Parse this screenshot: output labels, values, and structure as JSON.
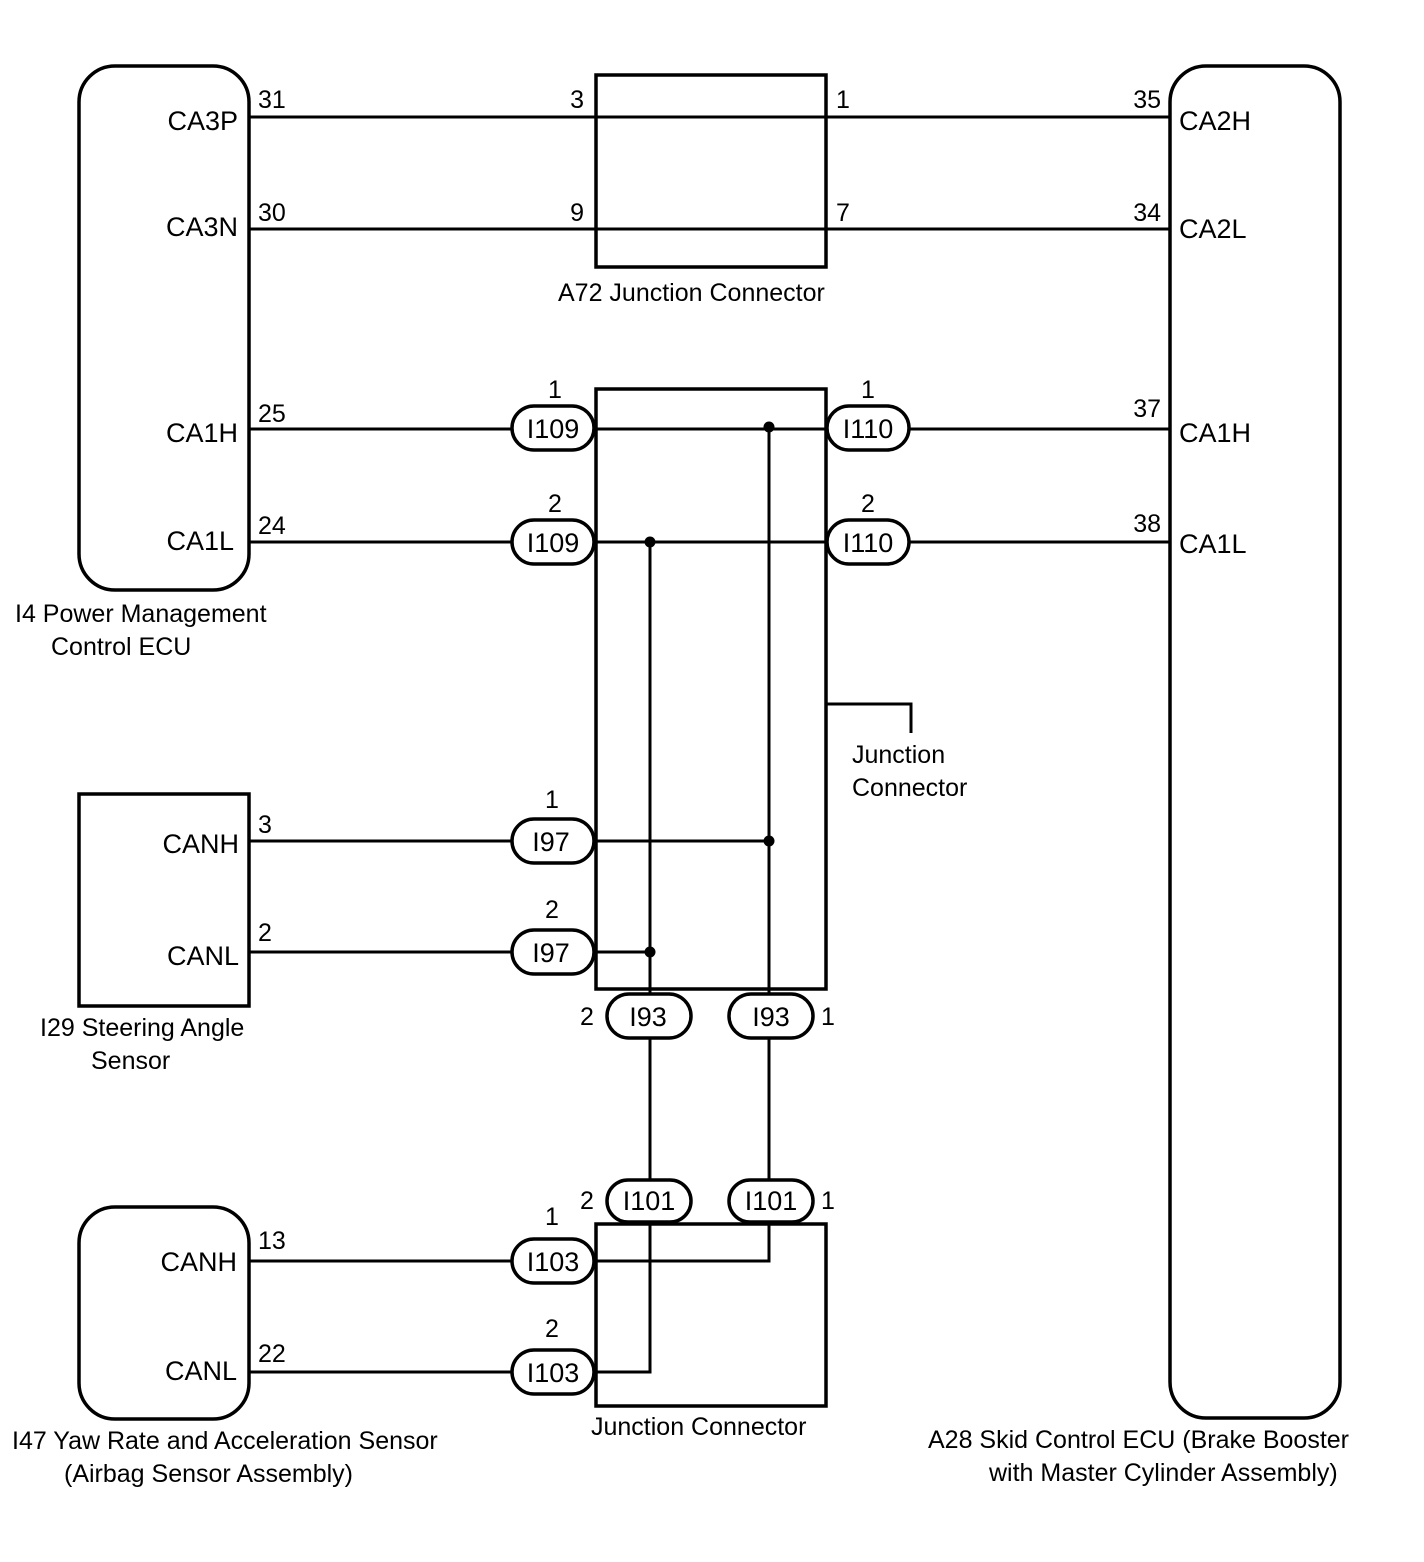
{
  "components": {
    "i4": {
      "caption_line1": "I4  Power Management",
      "caption_line2": "Control ECU",
      "pins": [
        {
          "name": "CA3P",
          "number": "31"
        },
        {
          "name": "CA3N",
          "number": "30"
        },
        {
          "name": "CA1H",
          "number": "25"
        },
        {
          "name": "CA1L",
          "number": "24"
        }
      ]
    },
    "a72": {
      "caption": "A72  Junction Connector",
      "pins": {
        "left_top": "3",
        "left_bottom": "9",
        "right_top": "1",
        "right_bottom": "7"
      }
    },
    "a28": {
      "caption_line1": "A28  Skid Control ECU (Brake Booster",
      "caption_line2": "with Master Cylinder Assembly)",
      "pins": [
        {
          "name": "CA2H",
          "number": "35"
        },
        {
          "name": "CA2L",
          "number": "34"
        },
        {
          "name": "CA1H",
          "number": "37"
        },
        {
          "name": "CA1L",
          "number": "38"
        }
      ]
    },
    "junction_main": {
      "caption_line1": "Junction",
      "caption_line2": "Connector"
    },
    "i29": {
      "caption_line1": "I29  Steering Angle",
      "caption_line2": "Sensor",
      "pins": [
        {
          "name": "CANH",
          "number": "3"
        },
        {
          "name": "CANL",
          "number": "2"
        }
      ]
    },
    "i47": {
      "caption_line1": "I47  Yaw Rate and Acceleration Sensor",
      "caption_line2": "(Airbag Sensor Assembly)",
      "pins": [
        {
          "name": "CANH",
          "number": "13"
        },
        {
          "name": "CANL",
          "number": "22"
        }
      ]
    },
    "junction_bottom": {
      "caption": "Junction Connector"
    }
  },
  "connectors": {
    "i109_1": {
      "label": "I109",
      "pin": "1"
    },
    "i109_2": {
      "label": "I109",
      "pin": "2"
    },
    "i110_1": {
      "label": "I110",
      "pin": "1"
    },
    "i110_2": {
      "label": "I110",
      "pin": "2"
    },
    "i97_1": {
      "label": "I97",
      "pin": "1"
    },
    "i97_2": {
      "label": "I97",
      "pin": "2"
    },
    "i93_2": {
      "label": "I93",
      "pin": "2"
    },
    "i93_1": {
      "label": "I93",
      "pin": "1"
    },
    "i101_2": {
      "label": "I101",
      "pin": "2"
    },
    "i101_1": {
      "label": "I101",
      "pin": "1"
    },
    "i103_1": {
      "label": "I103",
      "pin": "1"
    },
    "i103_2": {
      "label": "I103",
      "pin": "2"
    }
  }
}
